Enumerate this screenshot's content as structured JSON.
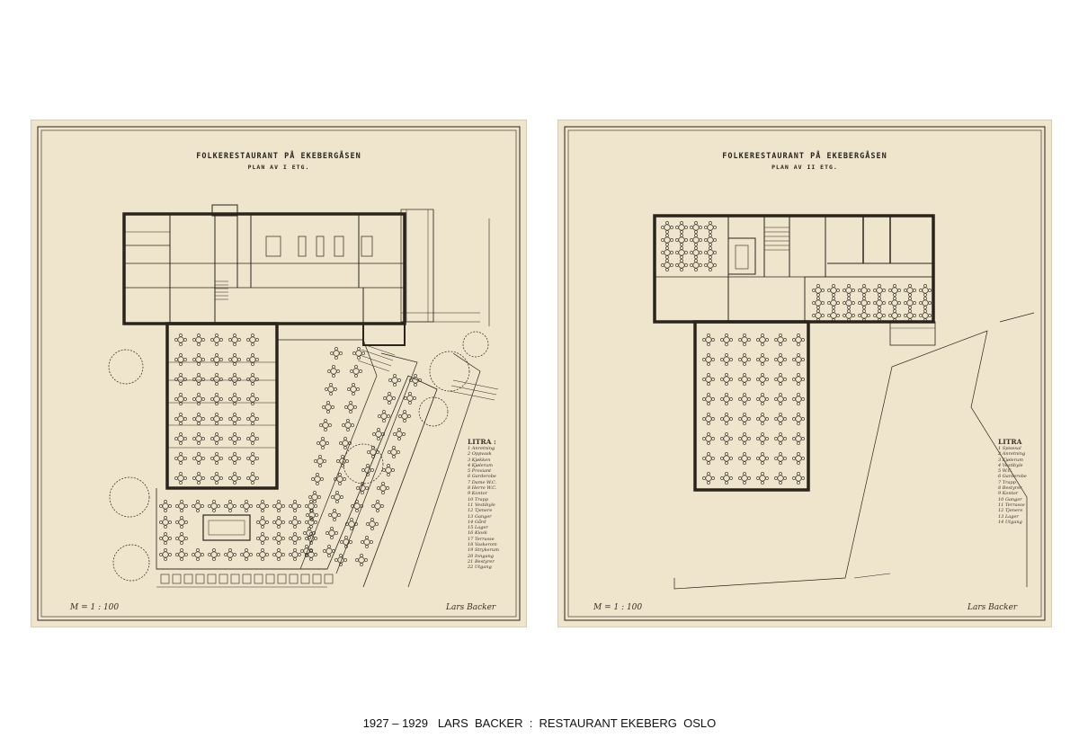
{
  "caption": "1927 – 1929   LARS  BACKER  :  RESTAURANT EKEBERG  OSLO",
  "colors": {
    "paper": "#efe4cc",
    "ink": "#2a241c",
    "background": "#ffffff"
  },
  "drawings": [
    {
      "title": "FOLKERESTAURANT PÅ EKEBERGÅSEN",
      "subtitle": "PLAN AV I ETG.",
      "legend_title": "LITRA :",
      "legend_items": [
        "Anretning",
        "Oppvask",
        "Kjøkken",
        "Kjølerum",
        "Proviant",
        "Garderobe",
        "Dame W.C.",
        "Herre W.C.",
        "Kontor",
        "Trapp",
        "Vestibyle",
        "Tjenere",
        "Ganger",
        "Gård",
        "Lager",
        "Kiosk",
        "Terrasse",
        "Vaskerom",
        "Strykerum",
        "Inngang",
        "Bestyrer",
        "Utgang"
      ],
      "scale": "M = 1 : 100",
      "signature": "Lars Backer"
    },
    {
      "title": "FOLKERESTAURANT PÅ EKEBERGÅSEN",
      "subtitle": "PLAN AV II ETG.",
      "legend_title": "LITRA",
      "legend_items": [
        "Spisesal",
        "Anretning",
        "Kjølerum",
        "Vestibyle",
        "W.C.",
        "Garderobe",
        "Trapp",
        "Bestyrer",
        "Kontor",
        "Ganger",
        "Terrasse",
        "Tjenere",
        "Lager",
        "Utgang"
      ],
      "scale": "M = 1 : 100",
      "signature": "Lars Backer"
    }
  ]
}
